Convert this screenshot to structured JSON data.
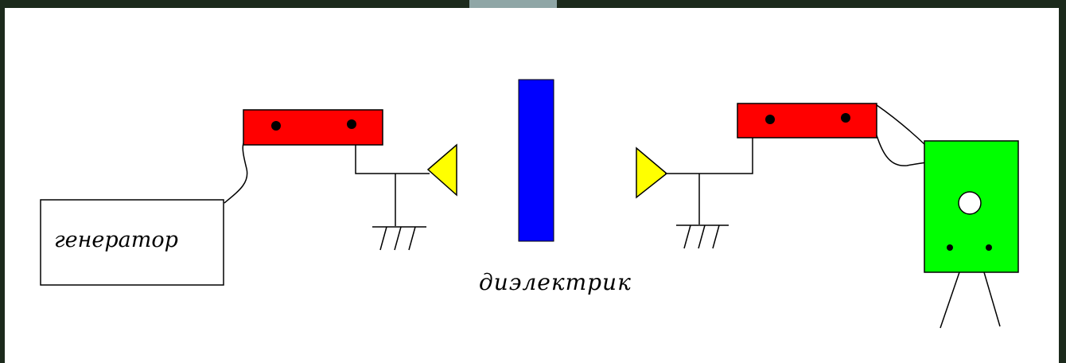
{
  "labels": {
    "generator": "генератор",
    "dielectric": "диэлектрик"
  },
  "colors": {
    "background": "#1c2a1c",
    "panel": "#ffffff",
    "block": "#ff0000",
    "horn": "#ffff00",
    "dielectric": "#0000ff",
    "detector": "#00ff00",
    "line": "#000000"
  },
  "icons": [
    "generator-box",
    "red-block-icon",
    "horn-antenna-icon",
    "ground-icon",
    "dielectric-plate",
    "detector-icon",
    "tripod-icon"
  ]
}
